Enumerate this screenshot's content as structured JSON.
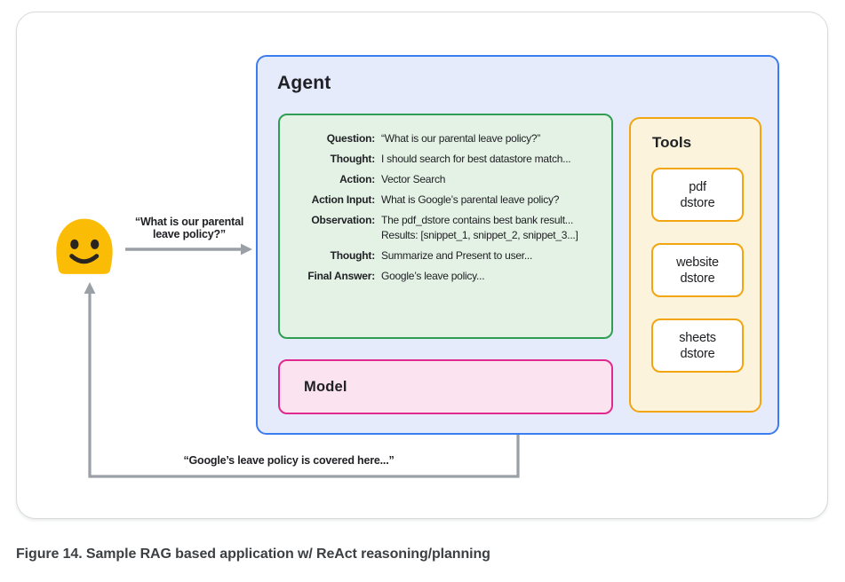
{
  "figure": {
    "caption": "Figure 14. Sample RAG based application w/ ReAct reasoning/planning"
  },
  "user": {
    "avatar": "smiley-blob-emoji",
    "query_label": "“What is our parental\nleave policy?”",
    "response_label": "“Google’s leave policy is covered here...”"
  },
  "agent": {
    "title": "Agent",
    "scratchpad": {
      "rows": [
        {
          "label": "Question:",
          "value": "“What is our parental leave policy?”"
        },
        {
          "label": "Thought:",
          "value": "I should search for best datastore match..."
        },
        {
          "label": "Action:",
          "value": "Vector Search"
        },
        {
          "label": "Action Input:",
          "value": "What is Google’s parental leave policy?"
        },
        {
          "label": "Observation:",
          "value": "The pdf_dstore contains best bank result...",
          "value2": "Results: [snippet_1, snippet_2, snippet_3...]"
        },
        {
          "label": "Thought:",
          "value": "Summarize and Present to user..."
        },
        {
          "label": "Final Answer:",
          "value": "Google’s leave policy..."
        }
      ]
    },
    "model": {
      "label": "Model"
    },
    "tools": {
      "title": "Tools",
      "items": [
        {
          "line1": "pdf",
          "line2": "dstore"
        },
        {
          "line1": "website",
          "line2": "dstore"
        },
        {
          "line1": "sheets",
          "line2": "dstore"
        }
      ]
    }
  },
  "colors": {
    "agent_border": "#3b7cf0",
    "agent_fill": "#e5ebfb",
    "green_border": "#2f9e52",
    "green_fill": "#e4f2e6",
    "pink_border": "#e02a8e",
    "pink_fill": "#fce3f0",
    "orange_border": "#f3a50f",
    "cream_fill": "#fbf3db",
    "arrow": "#9aa0a6",
    "dotted": "#868b92",
    "smiley": "#fbbc05",
    "face": "#2b2520",
    "text": "#202124",
    "card_border": "#d7d9dd",
    "caption": "#3c4043"
  }
}
